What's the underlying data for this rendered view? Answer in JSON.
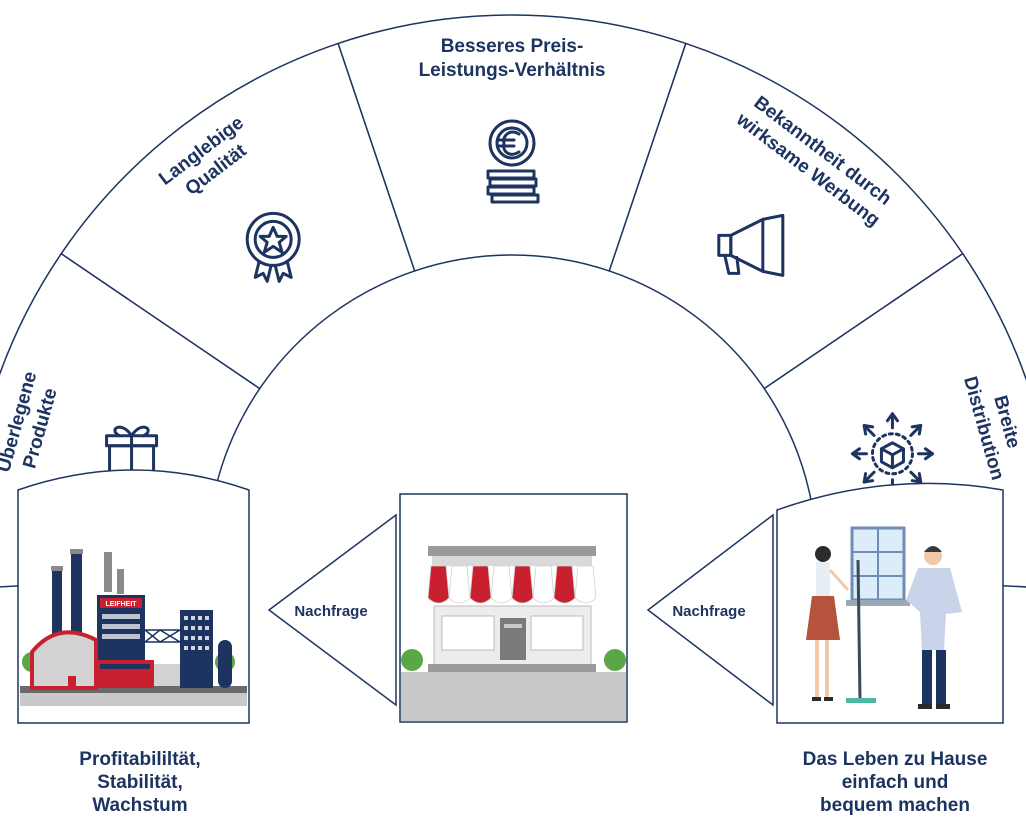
{
  "colors": {
    "navy": "#1d3461",
    "stroke": "#1d3461",
    "awning_red": "#c8202f",
    "grass": "#5aa845",
    "ground": "#c9c9c9"
  },
  "segments": [
    {
      "lines": [
        "Überlegene",
        "Produkte"
      ],
      "icon": "gift-icon"
    },
    {
      "lines": [
        "Langlebige",
        "Qualität"
      ],
      "icon": "quality-badge-icon"
    },
    {
      "lines": [
        "Besseres Preis-",
        "Leistungs-Verhältnis"
      ],
      "icon": "euro-coins-icon"
    },
    {
      "lines": [
        "Bekanntheit durch",
        "wirksame Werbung"
      ],
      "icon": "megaphone-icon"
    },
    {
      "lines": [
        "Breite",
        "Distribution"
      ],
      "icon": "distribution-cube-icon"
    }
  ],
  "arrows": [
    {
      "label": "Nachfrage"
    },
    {
      "label": "Nachfrage"
    }
  ],
  "panels": {
    "factory": {
      "sign": "LEIFHEIT"
    },
    "store": {},
    "home": {}
  },
  "captions": {
    "left": [
      "Profitabililtät,",
      "Stabilität,",
      "Wachstum"
    ],
    "right": [
      "Das Leben zu Hause",
      "einfach und",
      "bequem machen"
    ]
  }
}
